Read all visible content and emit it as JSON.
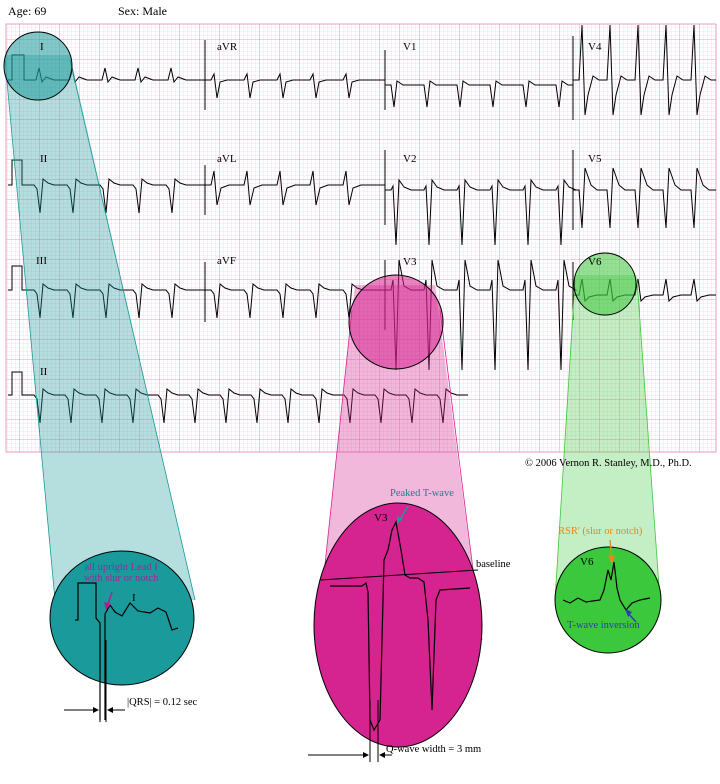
{
  "header": {
    "age_label": "Age:",
    "age_value": "69",
    "sex_label": "Sex:",
    "sex_value": "Male"
  },
  "leads": {
    "I": "I",
    "aVR": "aVR",
    "V1": "V1",
    "V4": "V4",
    "II": "II",
    "aVL": "aVL",
    "V2": "V2",
    "V5": "V5",
    "III": "III",
    "aVF": "aVF",
    "V3": "V3",
    "V6": "V6",
    "II_rhythm": "II"
  },
  "copyright": "© 2006 Vernon R. Stanley, M.D., Ph.D.",
  "zoom_lead_I": {
    "note_line1": "all upright Lead I",
    "note_line2": "with slur or notch",
    "label": "I",
    "measure": "|QRS| = 0.12 sec"
  },
  "zoom_V3": {
    "label": "V3",
    "peaked": "Peaked T-wave",
    "baseline": "baseline",
    "measure": "Q-wave width = 3 mm"
  },
  "zoom_V6": {
    "label": "V6",
    "rsr": "RSR' (slur or notch)",
    "twave": "T-wave inversion"
  },
  "colors": {
    "grid": "#e7a6c6",
    "teal": "#1a9a9a",
    "teal_light": "#a9d9dc",
    "magenta": "#d5238f",
    "magenta_light": "#efb5d5",
    "green": "#3cc83c",
    "green_light": "#c7edc2"
  }
}
